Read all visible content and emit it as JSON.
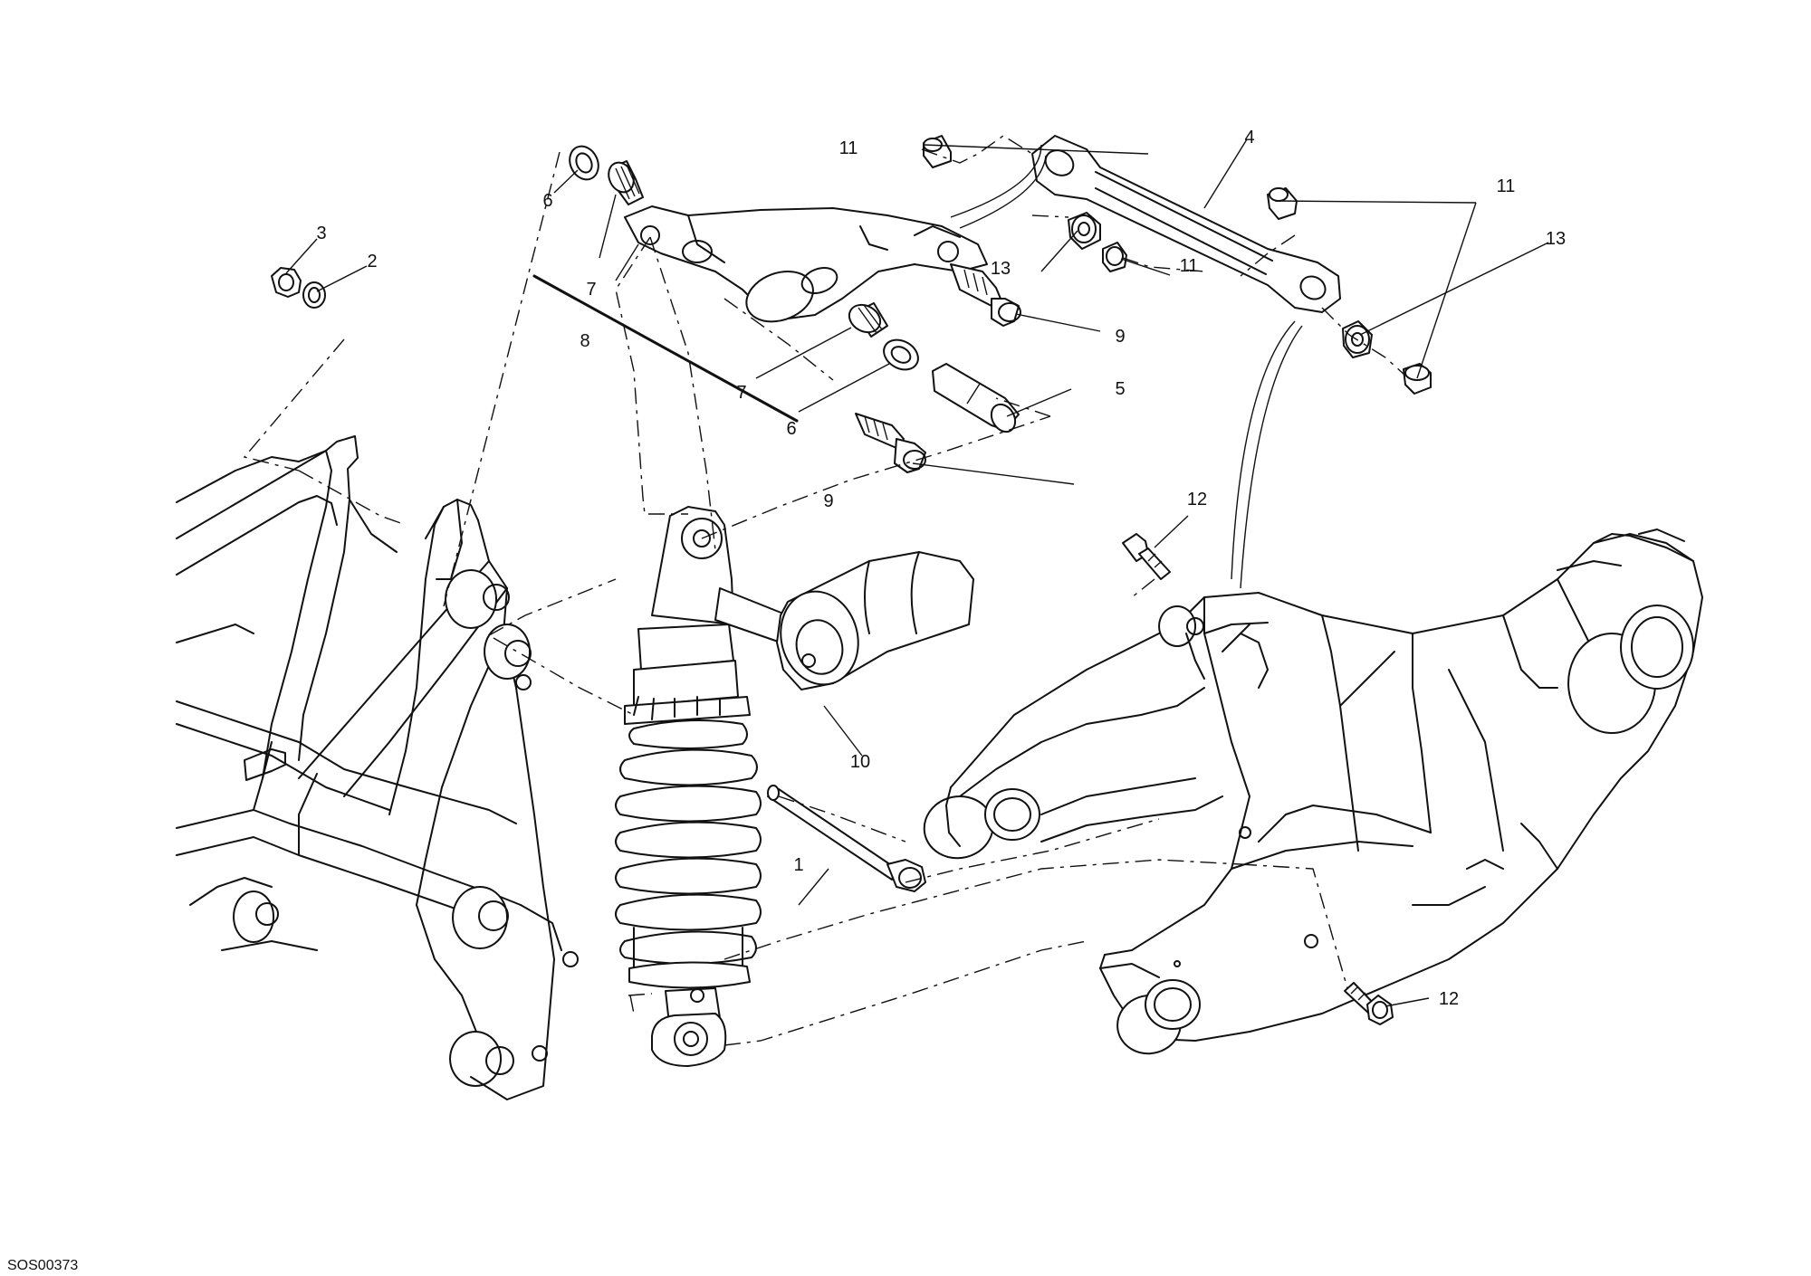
{
  "diagram": {
    "code": "SOS00373",
    "callouts": {
      "c1": "1",
      "c2": "2",
      "c3": "3",
      "c4": "4",
      "c5": "5",
      "c6a": "6",
      "c6b": "6",
      "c7a": "7",
      "c7b": "7",
      "c8": "8",
      "c9a": "9",
      "c9b": "9",
      "c10": "10",
      "c11a": "11",
      "c11b": "11",
      "c11c": "11",
      "c12a": "12",
      "c12b": "12",
      "c13a": "13",
      "c13b": "13"
    }
  }
}
